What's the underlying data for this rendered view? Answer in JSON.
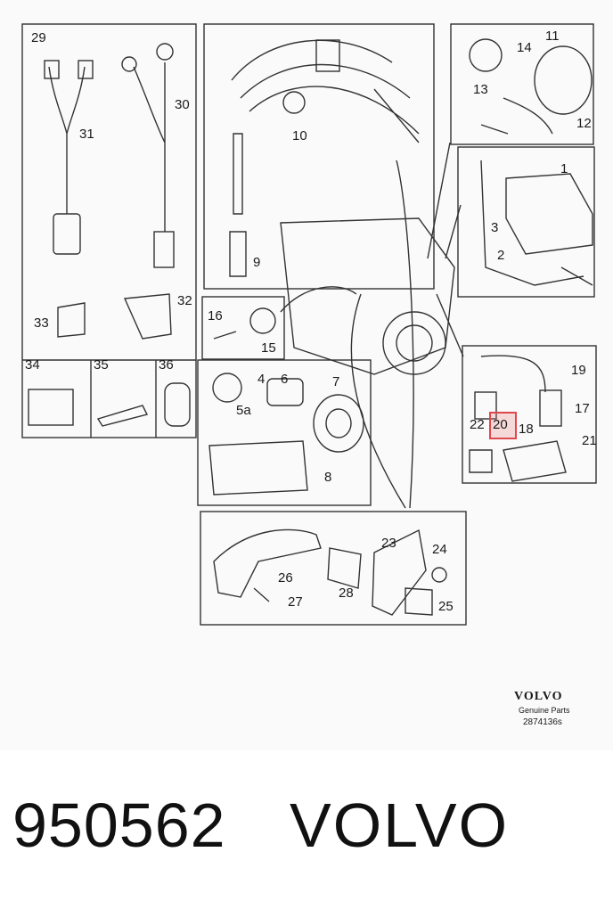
{
  "diagram": {
    "labels": {
      "p1": "1",
      "p2": "2",
      "p3": "3",
      "p4": "4",
      "p5a": "5a",
      "p6": "6",
      "p7": "7",
      "p8": "8",
      "p9": "9",
      "p10": "10",
      "p11": "11",
      "p12": "12",
      "p13": "13",
      "p14": "14",
      "p15": "15",
      "p16": "16",
      "p17": "17",
      "p18": "18",
      "p19": "19",
      "p20": "20",
      "p21": "21",
      "p22": "22",
      "p23": "23",
      "p24": "24",
      "p25": "25",
      "p26": "26",
      "p27": "27",
      "p28": "28",
      "p29": "29",
      "p30": "30",
      "p31": "31",
      "p32": "32",
      "p33": "33",
      "p34": "34",
      "p35": "35",
      "p36": "36"
    },
    "highlighted_part": "20",
    "brand_logo": "VOLVO",
    "brand_subtitle": "Genuine Parts",
    "drawing_number": "2874136s"
  },
  "footer": {
    "part_number": "950562",
    "brand": "VOLVO"
  },
  "colors": {
    "highlight": "#e0474c",
    "line": "#333333"
  }
}
